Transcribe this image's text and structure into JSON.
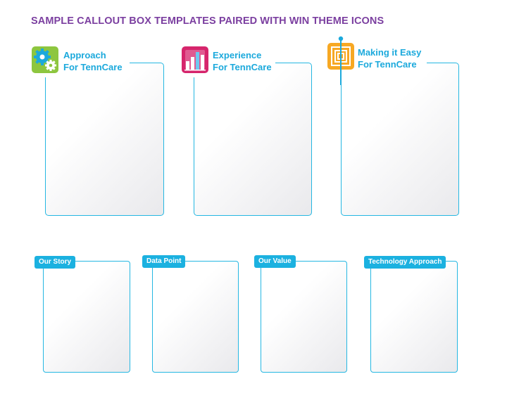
{
  "page": {
    "title": "SAMPLE CALLOUT BOX TEMPLATES PAIRED WITH WIN THEME ICONS"
  },
  "colors": {
    "title": "#7b3fa0",
    "accent": "#1ba9dc",
    "approach_icon": "#8dc63f",
    "experience_icon": "#d6256c",
    "easy_icon": "#f7a823"
  },
  "large_callouts": [
    {
      "icon": "gears-icon",
      "line1": "Approach",
      "line2": "For TennCare"
    },
    {
      "icon": "bar-chart-icon",
      "line1": "Experience",
      "line2": "For TennCare"
    },
    {
      "icon": "maze-icon",
      "line1": "Making it Easy",
      "line2": "For TennCare"
    }
  ],
  "small_callouts": [
    {
      "label": "Our Story"
    },
    {
      "label": "Data Point"
    },
    {
      "label": "Our Value"
    },
    {
      "label": "Technology Approach"
    }
  ]
}
